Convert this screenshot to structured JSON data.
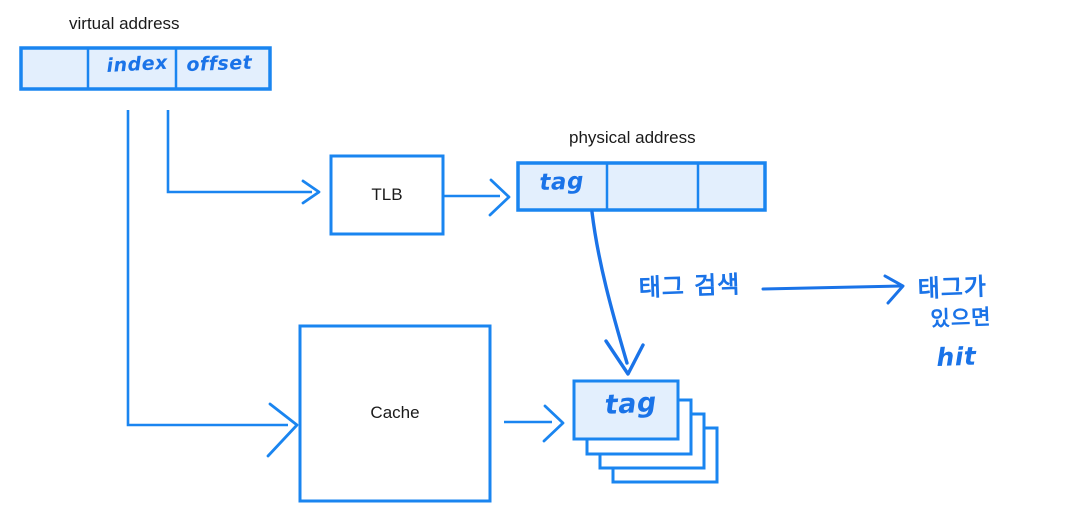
{
  "diagram": {
    "title_virtual": "virtual address",
    "title_physical": "physical address",
    "colors": {
      "stroke": "#1a85f0",
      "fill": "#e3effd",
      "ink": "#1a73e8",
      "text": "#1a1a1a",
      "background": "#ffffff"
    },
    "virtual_address": {
      "label": "virtual address",
      "fields": [
        {
          "name": "tag-field",
          "text": ""
        },
        {
          "name": "index-field",
          "text": "index"
        },
        {
          "name": "offset-field",
          "text": "offset"
        }
      ]
    },
    "physical_address": {
      "label": "physical address",
      "fields": [
        {
          "name": "tag-field",
          "text": "tag"
        },
        {
          "name": "middle-field",
          "text": ""
        },
        {
          "name": "right-field",
          "text": ""
        }
      ]
    },
    "blocks": [
      {
        "name": "tlb-block",
        "label": "TLB"
      },
      {
        "name": "cache-block",
        "label": "Cache"
      }
    ],
    "cache_lines": {
      "label": "tag",
      "count": 4
    },
    "annotations": [
      {
        "name": "tag-search-note",
        "text": "태그 검색"
      },
      {
        "name": "tag-hit-note-line1",
        "text": "태그가"
      },
      {
        "name": "tag-hit-note-line2",
        "text": "있으면"
      },
      {
        "name": "tag-hit-note-line3",
        "text": "hit"
      }
    ],
    "arrows": [
      {
        "name": "offset-to-tlb-arrow"
      },
      {
        "name": "tlb-to-physical-address-arrow"
      },
      {
        "name": "index-to-cache-arrow"
      },
      {
        "name": "cache-to-cache-lines-arrow"
      },
      {
        "name": "physical-tag-to-cache-lines-arrow"
      },
      {
        "name": "tag-search-to-hit-arrow"
      }
    ]
  }
}
